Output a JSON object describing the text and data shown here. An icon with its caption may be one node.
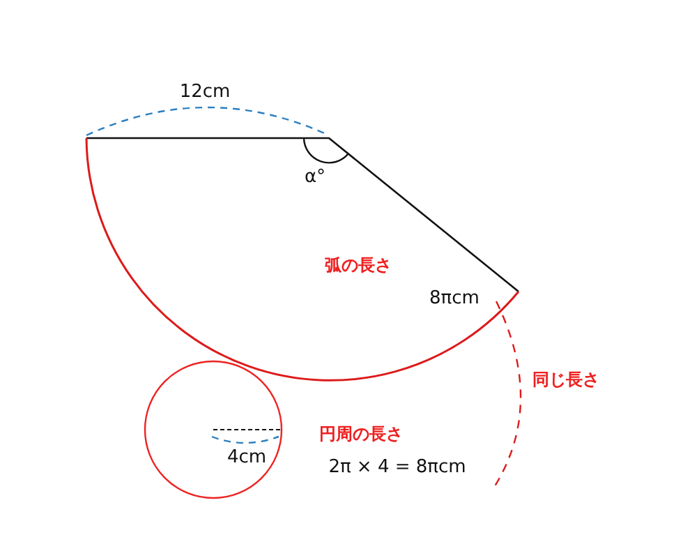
{
  "diagram": {
    "labels": [
      "12cm",
      "α°",
      "弧の長さ",
      "8πcm",
      "同じ長さ",
      "円周の長さ",
      "4cm",
      "2π × 4 = 8πcm"
    ]
  }
}
